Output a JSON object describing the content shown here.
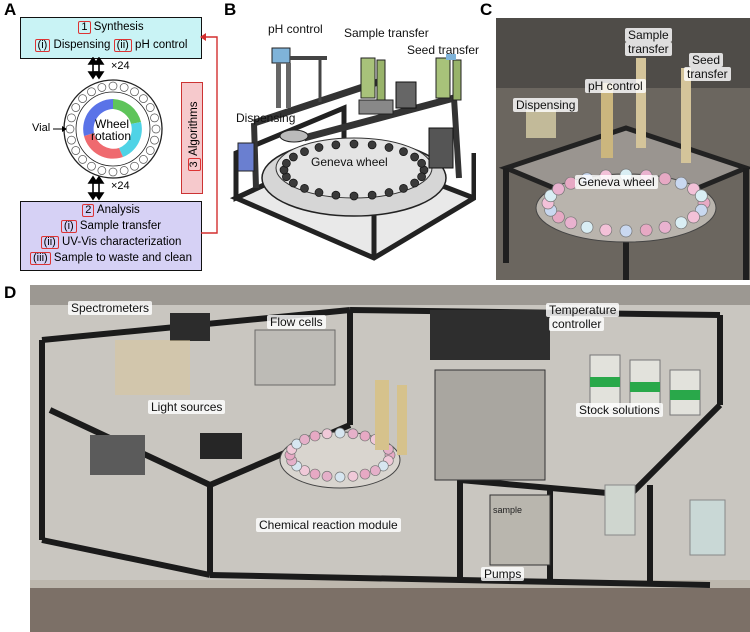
{
  "panels": {
    "a": "A",
    "b": "B",
    "c": "C",
    "d": "D"
  },
  "panel_a": {
    "synthesis_num": "1",
    "synthesis_title": "Synthesis",
    "dispensing_num": "(i)",
    "dispensing_label": "Dispensing",
    "ph_num": "(ii)",
    "ph_label": "pH control",
    "repeat_top": "×24",
    "repeat_bottom": "×24",
    "vial_label": "Vial",
    "wheel_label_1": "Wheel",
    "wheel_label_2": "rotation",
    "analysis_num": "2",
    "analysis_title": "Analysis",
    "step1_num": "(i)",
    "step1_label": "Sample transfer",
    "step2_num": "(ii)",
    "step2_label": "UV-Vis characterization",
    "step3_num": "(iii)",
    "step3_label": "Sample to waste and clean",
    "algorithms_num": "3",
    "algorithms_label": "Algorithms",
    "colors": {
      "synthesis_fill": "#c9f3f5",
      "analysis_fill": "#d6d1f5",
      "algorithms_fill": "#f6c9cc",
      "arrow_red": "#d32f2f"
    }
  },
  "panel_b": {
    "ph_control": "pH control",
    "sample_transfer": "Sample transfer",
    "seed_transfer": "Seed transfer",
    "dispensing": "Dispensing",
    "geneva_wheel": "Geneva wheel"
  },
  "panel_c": {
    "sample_1": "Sample",
    "sample_2": "transfer",
    "seed_1": "Seed",
    "seed_2": "transfer",
    "ph_control": "pH control",
    "dispensing": "Dispensing",
    "geneva_wheel": "Geneva wheel"
  },
  "panel_d": {
    "spectrometers": "Spectrometers",
    "flow_cells": "Flow cells",
    "temp_1": "Temperature",
    "temp_2": "controller",
    "light_sources": "Light sources",
    "stock_solutions": "Stock solutions",
    "chem_module": "Chemical reaction module",
    "pumps": "Pumps",
    "sample_tag": "sample"
  }
}
